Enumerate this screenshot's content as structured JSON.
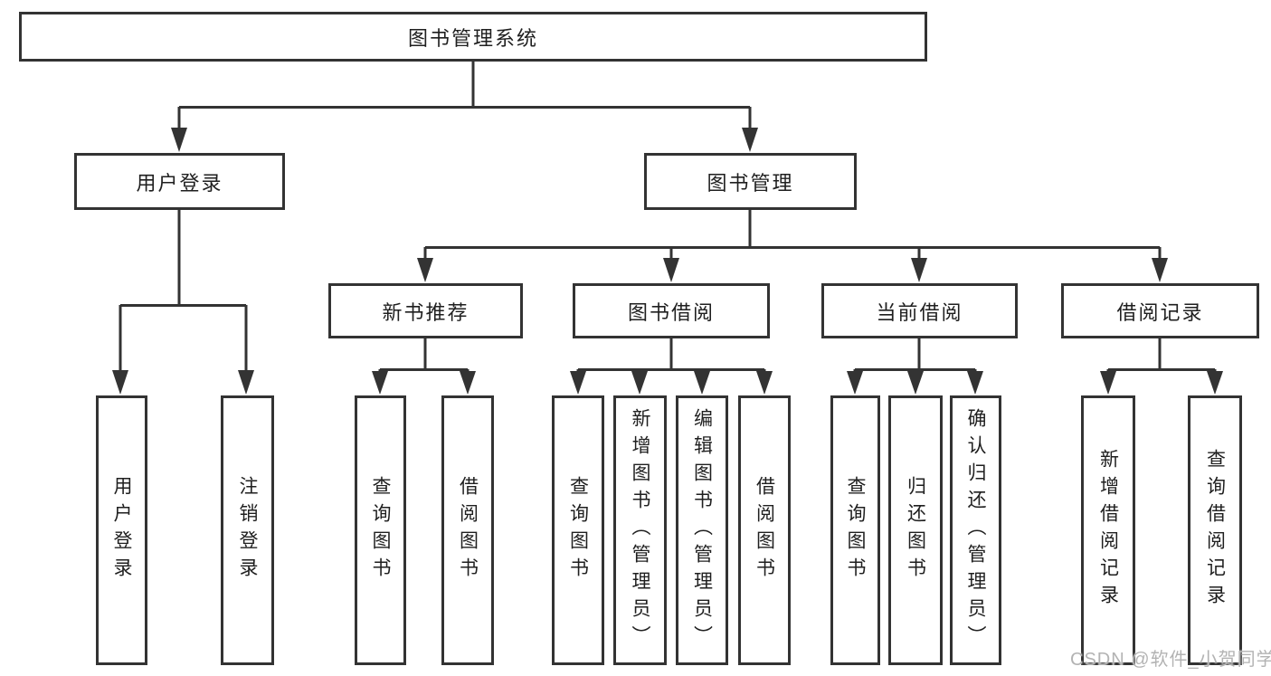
{
  "tree": {
    "label": "图书管理系统",
    "children": [
      {
        "label": "用户登录",
        "children": [
          {
            "label": "用户登录"
          },
          {
            "label": "注销登录"
          }
        ]
      },
      {
        "label": "图书管理",
        "children": [
          {
            "label": "新书推荐",
            "children": [
              {
                "label": "查询图书"
              },
              {
                "label": "借阅图书"
              }
            ]
          },
          {
            "label": "图书借阅",
            "children": [
              {
                "label": "查询图书"
              },
              {
                "label": "新增图书（管理员）"
              },
              {
                "label": "编辑图书（管理员）"
              },
              {
                "label": "借阅图书"
              }
            ]
          },
          {
            "label": "当前借阅",
            "children": [
              {
                "label": "查询图书"
              },
              {
                "label": "归还图书"
              },
              {
                "label": "确认归还（管理员）"
              }
            ]
          },
          {
            "label": "借阅记录",
            "children": [
              {
                "label": "新增借阅记录"
              },
              {
                "label": "查询借阅记录"
              }
            ]
          }
        ]
      }
    ]
  },
  "watermark": {
    "text": "CSDN @软件_小贺同学"
  },
  "colors": {
    "line": "#333333",
    "box_border": "#333333",
    "text": "#1f1f1f",
    "watermark": "#b3b3b3",
    "background": "#ffffff"
  }
}
